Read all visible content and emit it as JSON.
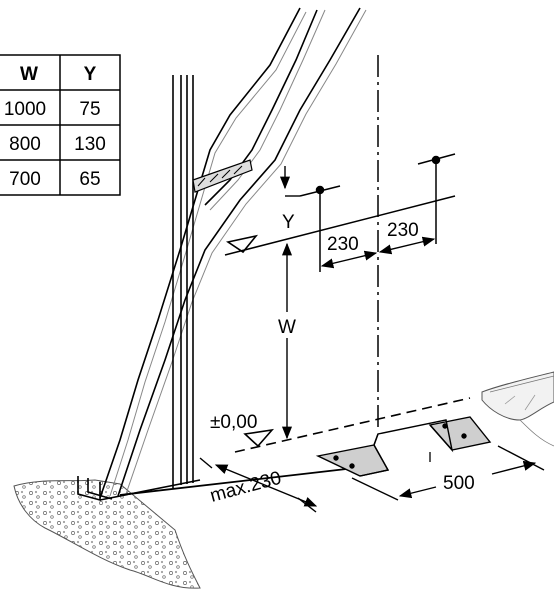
{
  "table": {
    "headers": [
      "W",
      "Y"
    ],
    "rows": [
      [
        "1000",
        "75"
      ],
      [
        "800",
        "130"
      ],
      [
        "700",
        "65"
      ]
    ]
  },
  "labels": {
    "y": "Y",
    "w": "W",
    "dim_left": "230",
    "dim_right": "230",
    "zero_level": "±0,00",
    "max_offset": "max.230",
    "bracket_span": "500"
  }
}
